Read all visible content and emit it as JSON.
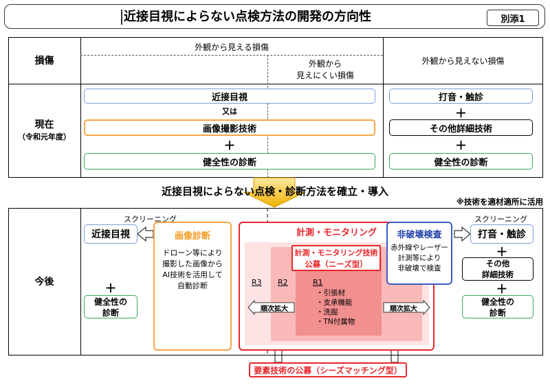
{
  "header": {
    "title": "近接目視によらない点検方法の開発の方向性",
    "attachment": "別添1"
  },
  "upper_table": {
    "col_damage": "損傷",
    "col_visible": "外観から見える損傷",
    "col_hard_line1": "外観から",
    "col_hard_line2": "見えにくい損傷",
    "col_invisible": "外観から見えない損傷",
    "row_current_line1": "現在",
    "row_current_line2": "（令和元年度）",
    "close_visual": "近接目視",
    "or_text": "又は",
    "imaging": "画像撮影技術",
    "plus": "＋",
    "health": "健全性の診断",
    "hammer": "打音・触診",
    "other_detail": "その他詳細技術",
    "health_right": "健全性の診断"
  },
  "middle": {
    "arrow_text": "近接目視によらない点検・診断方法を確立・導入",
    "note": "※技術を適材適所に活用"
  },
  "lower_table": {
    "row_future": "今後",
    "screening_left": "スクリーニング",
    "screening_right": "スクリーニング",
    "close_visual": "近接目視",
    "plus": "＋",
    "health_left_line1": "健全性の",
    "health_left_line2": "診断",
    "image_diag_title": "画像診断",
    "image_diag_body": [
      "ドローン等により",
      "撮影した画像から",
      "AI技術を活用して",
      "自動診断"
    ],
    "monitoring_title": "計測・モニタリング",
    "public_line1": "計測・モニタリング技術",
    "public_line2": "公募（ニーズ型）",
    "r3": "R3",
    "r2": "R2",
    "r1": "R1",
    "r1_items": [
      "・引張材",
      "・支承機能",
      "・洗掘",
      "・TN付属物"
    ],
    "expand_left": "順次拡大",
    "expand_right": "順次拡大",
    "ndt_title": "非破壊検査",
    "ndt_body": [
      "赤外線やレーザー",
      "計測等により",
      "非破壊で検査"
    ],
    "hammer": "打音・触診",
    "other_line1": "その他",
    "other_line2": "詳細技術",
    "health_right_line1": "健全性の",
    "health_right_line2": "診断",
    "seeds": "要素技術の公募（シーズマッチング型）"
  }
}
